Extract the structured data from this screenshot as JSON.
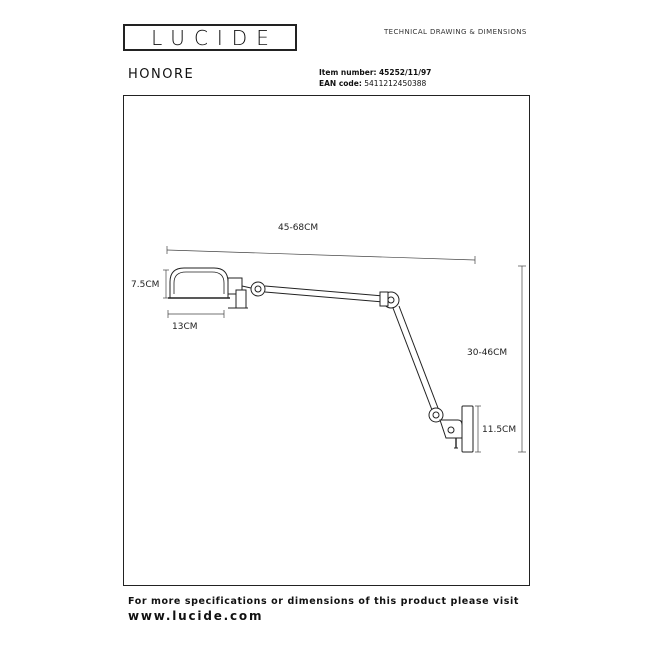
{
  "header": {
    "logo": "LUCIDE",
    "doc_type": "TECHNICAL DRAWING & DIMENSIONS"
  },
  "product": {
    "name": "HONORE",
    "item_number_label": "Item number:",
    "item_number": "45252/11/97",
    "ean_label": "EAN code:",
    "ean": "5411212450388"
  },
  "dimensions": {
    "arm_length": "45-68CM",
    "shade_height": "7.5CM",
    "shade_width": "13CM",
    "total_height": "30-46CM",
    "base_height": "11.5CM"
  },
  "footer": {
    "note": "For more specifications or dimensions of this product please visit",
    "website": "www.lucide.com"
  }
}
